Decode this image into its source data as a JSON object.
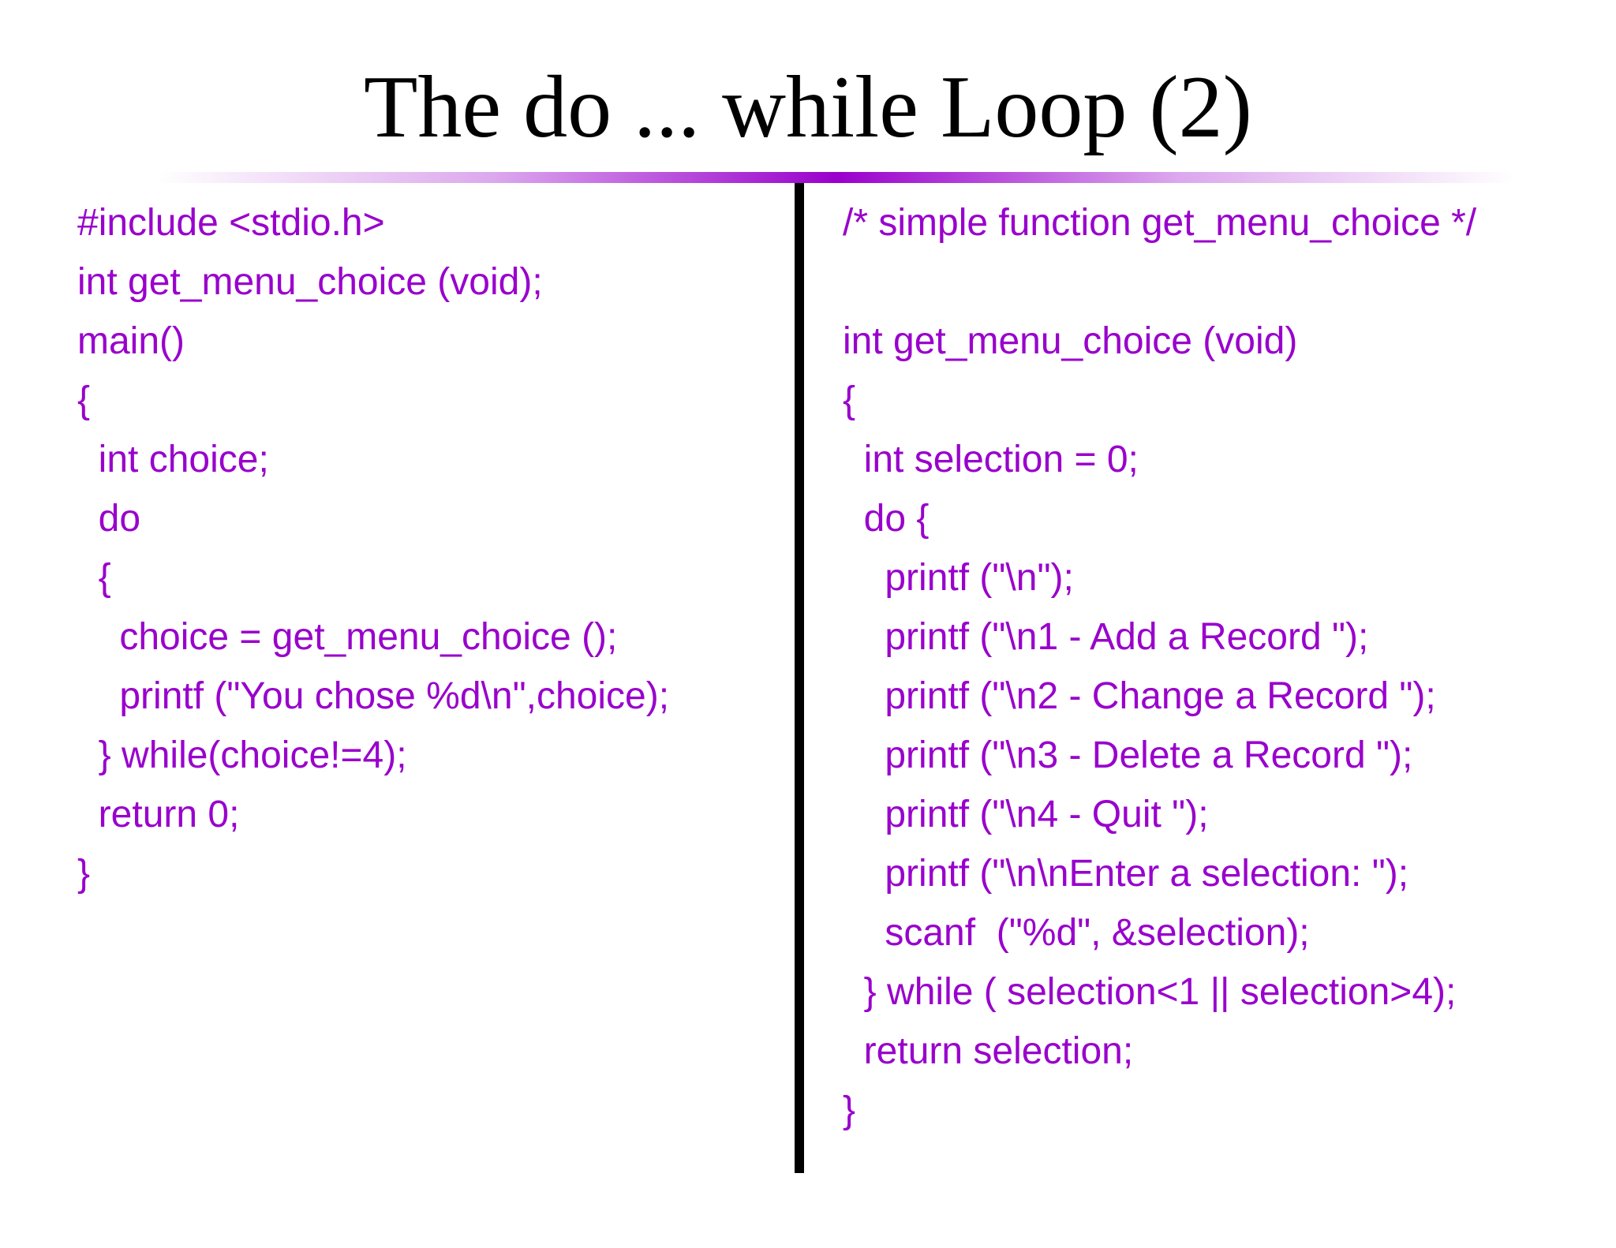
{
  "slide": {
    "title": "The do ... while Loop (2)"
  },
  "left_code": [
    "#include <stdio.h>",
    "int get_menu_choice (void);",
    "main()",
    "{",
    "  int choice;",
    "  do",
    "  {",
    "    choice = get_menu_choice ();",
    "    printf (\"You chose %d\\n\",choice);",
    "  } while(choice!=4);",
    "  return 0;",
    "}"
  ],
  "right_code": [
    "/* simple function get_menu_choice */",
    "",
    "int get_menu_choice (void)",
    "{",
    "  int selection = 0;",
    "  do {",
    "    printf (\"\\n\");",
    "    printf (\"\\n1 - Add a Record \");",
    "    printf (\"\\n2 - Change a Record \");",
    "    printf (\"\\n3 - Delete a Record \");",
    "    printf (\"\\n4 - Quit \");",
    "    printf (\"\\n\\nEnter a selection: \");",
    "    scanf  (\"%d\", &selection);",
    "  } while ( selection<1 || selection>4);",
    "  return selection;",
    "}"
  ],
  "colors": {
    "code_text": "#9900cc",
    "title_text": "#000000",
    "accent_rule": "#9900cc",
    "divider": "#000000"
  }
}
